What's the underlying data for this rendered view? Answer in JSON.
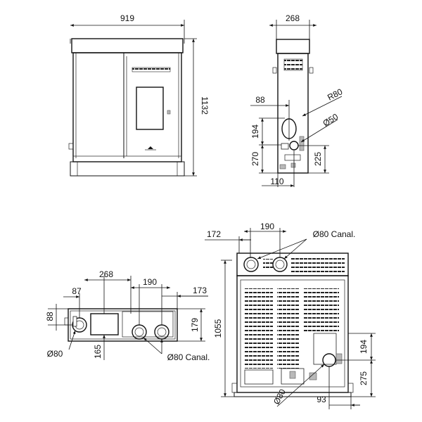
{
  "front_view": {
    "width": "919",
    "height": "1132"
  },
  "side_view": {
    "depth": "268",
    "offset": "88",
    "radius": "R80",
    "flue_diameter": "Ø50",
    "h1": "194",
    "h2": "270",
    "h3": "225",
    "bottom": "110"
  },
  "top_view": {
    "d268": "268",
    "d87": "87",
    "d190": "190",
    "d173": "173",
    "d88": "88",
    "d179": "179",
    "d165": "165",
    "diam80": "Ø80",
    "canal": "Ø80 Canal."
  },
  "back_view": {
    "d172": "172",
    "d190": "190",
    "canal": "Ø80 Canal.",
    "height": "1055",
    "h194": "194",
    "h275": "275",
    "d93": "93",
    "diam80": "Ø80"
  }
}
